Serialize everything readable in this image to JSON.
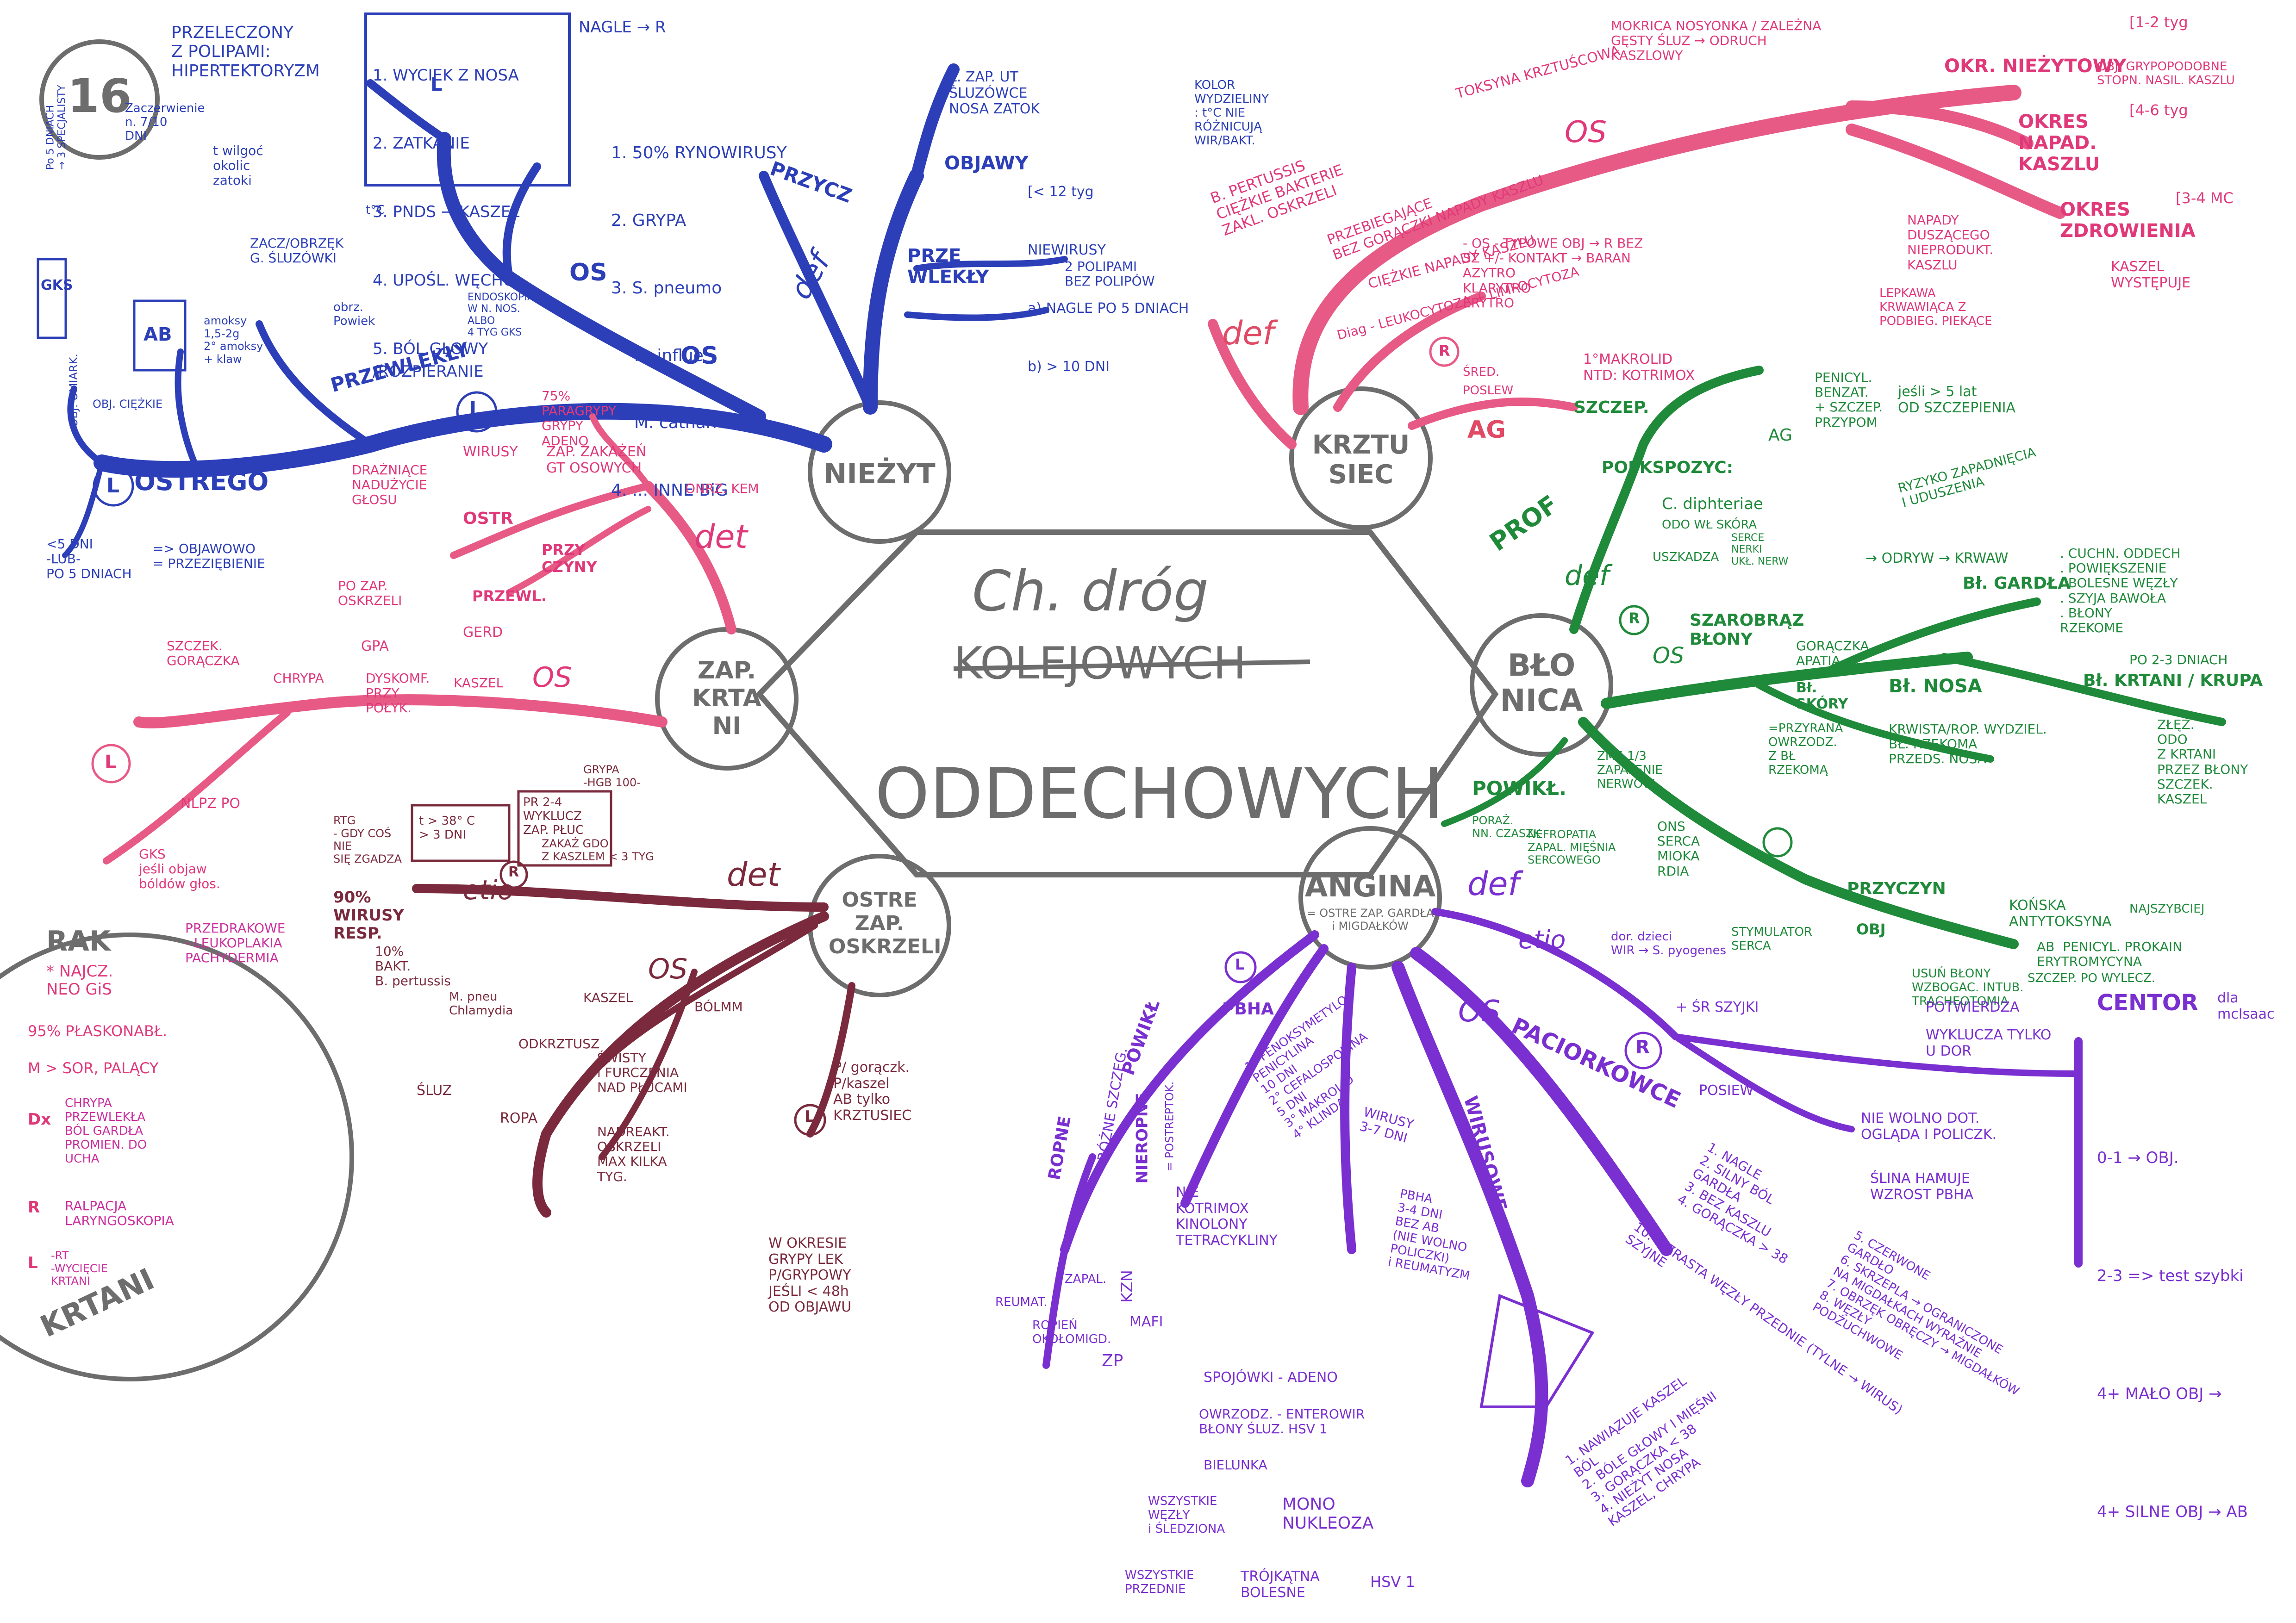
{
  "colors": {
    "blue": "#2c3fb8",
    "pink": "#e85a86",
    "red": "#e04a64",
    "magenta": "#cc2f9d",
    "green": "#1f8a3a",
    "purple": "#7a2fd0",
    "brown": "#7a2a3c",
    "gray": "#6d6d6d"
  },
  "page_number": "16",
  "center": {
    "line1": "Ch. dróg",
    "struck": "KOLEJOWYCH",
    "line2": "ODDECHOWYCH"
  },
  "hubs": {
    "niezyt": "NIEŻYT",
    "krztusiec": "KRZTU\nSIEC",
    "blonica": "BŁO\nNICA",
    "angina": "ANGINA",
    "angina_sub": "= OSTRE ZAP. GARDŁA\ni MIGDAŁKÓW",
    "zap_krtani": "ZAP.\nKRTA\nNI",
    "ostre_zap": "OSTRE\nZAP.\nOSKRZELI"
  },
  "niezyt": {
    "box": [
      "1. WYCIEK Z NOSA",
      "2. ZATKANIE",
      "3. PNDS → KASZEL",
      "4. UPOŚL. WĘCHU",
      "5. BÓL GŁOWY\n/ROZPIERANIE"
    ],
    "nagle": "NAGLE → R",
    "przeleczony": "PRZELECZONY\nZ POLIPAMI:\nHIPERTEKTORYZM",
    "causes": [
      "1. 50% RYNOWIRUSY",
      "2. GRYPA",
      "3. S. pneumo",
      "H. influe",
      "M. catharralis",
      "4. ... INNE BiG"
    ],
    "przyz_zap": "Ł. ZAP. UT\nŚLUZÓWCE\nNOSA ZATOK",
    "kolor": "KOLOR\nWYDZIELINY\n: t°C NIE\nRÓŻNICUJĄ\nWIR/BAKT.",
    "objawy": "OBJAWY",
    "objawy_sub": [
      "[< 12 tyg",
      "NIEWIRUSY",
      "a) NAGLE PO 5 DNIACH",
      "b) > 10 DNI"
    ],
    "przerwlekly": "PRZEWLEKŁY",
    "przewl_sub": "2 POLIPAMI\nBEZ POLIPÓW",
    "przewl_note": "ENDOSKOPIA\nW N. NOS.\nALBO\n4 TYG GKS",
    "przyczyny": "PRZYCZ",
    "prze_wlekly_det": "PRZE\nWLEKŁY",
    "det": "def",
    "os": "OS",
    "ostrego": "OSTREGO",
    "L_label": "L",
    "ostrego_l": "<5 DNI\n-LUB-\nPO 5 DNIACH",
    "objawowe": "=> OBJAWOWO\n= PRZEZIĘBIENIE",
    "left_notes": "OBJ. UMIARK.",
    "gks": "GKS",
    "ab": "AB",
    "obj_ciezkie": "OBJ. CIĘŻKIE",
    "spec_note": "Po 5 DNIACH\n→ 3 SPECJALISTY",
    "zar_note": "Zaczerwienie\nn. 7/10\nDNI",
    "wyleczenie": "t wilgoć\nokolic\nzatoki",
    "tc": "t°C",
    "zacz": "ZACZ/OBRZĘK\nG. ŚLUZÓWKI",
    "obr": "obrz.\nPowiek",
    "amoxy": "amoksy\n1,5-2g\n2° amoksy\n+ klaw",
    "gks2": "GKS",
    "ab2": "AB"
  },
  "krztusiec": {
    "os": "OS",
    "okres_niezytowy": "OKR. NIEŻYTOWY",
    "okres_niez_dur": "[1-2 tyg",
    "objawy_grypo": "OBJ. GRYPOPODOBNE\nSTOPN. NASIL. KASZLU",
    "okres_napadowy": "OKRES\nNAPAD.\nKASZLU",
    "okres_nap_dur": "[4-6 tyg",
    "okres_zdrow": "OKRES\nZDROWIENIA",
    "okres_zdrow_dur": "[3-4 MC",
    "kaszel_wyst": "KASZEL\nWYSTĘPUJE",
    "napady": "NAPADY\nDUSZĄCEGO\nNIEPRODUKT.\nKASZLU",
    "lepkawa": "LEPKAWA\nKRWAWIĄCA Z\nPODBIEG. PIEKĄCE",
    "mokrica": "MOKRICA NOSYONKA / ZALEŻNA\nGĘSTY ŚLUZ → ODRUCH\nKASZLOWY",
    "toksyna": "TOKSYNA KRZTUŚCOWA",
    "b_pertussis": "B. PERTUSSIS\nCIĘŻKIE BAKTERIE\nZAKL. OSKRZELI",
    "przelekarz": "PRZEBIEGAJĄCE\nBEZ GORĄCZKI NAPADY KASZLU",
    "ciezkie": "CIĘŻKIE NAPADY KASZLU",
    "def": "def",
    "diag": "Diag - LEUKOCYTOZA + LIMFOCYTOZA",
    "R": "R",
    "nz": "- OS - TYPOWE OBJ → R BEZ\nSZ +/- KONTAKT → BARAN\nAZYTRO\nKLARYTRO\nERYTRO",
    "sredni": "ŚRED.",
    "posle": "POSLEW",
    "profil": "1°MAKROLID\nNTD: KOTRIMOX",
    "ag": "AG"
  },
  "blonica": {
    "prof": "PROF",
    "szczep": "SZCZEP.",
    "poekspozycyjna": "POEKSPOZYC:",
    "ag": "AG",
    "penicylina": "PENICYL.\nBENZAT.\n+ SZCZEP.\nPRZYPOM",
    "jesli": "jeśli > 5 lat\nOD SZCZEPIENIA",
    "c_diphth": "C. diphteriae",
    "odo": "ODO WŁ SKÓRA",
    "uszkadza": "USZKADZA",
    "serce": "SERCE\nNERKI\nUKŁ. NERW",
    "def": "def",
    "R": "R",
    "os": "OS",
    "szarobrazowe": "SZAROBRĄZ\nBŁONY",
    "gorączka": "GORĄCZKA\nAPATIA",
    "odrywanie": "→ ODRYW → KRWAW",
    "ryzyko": "RYZYKO ZAPADNIĘCIA\nI UDUSZENIA",
    "bl_gardla": "Bł. GARDŁA",
    "pod_oddech": ". CUCHN. ODDECH\n. POWIĘKSZENIE\n. BOLESNE WĘZŁY\n. SZYJA BAWOŁA\n. BŁONY\nRZEKOME",
    "po_23": "PO 2-3 DNIACH",
    "bl_nosa": "Bł. NOSA",
    "bl_krtani": "Bł. KRTANI / KRUPA",
    "krwista": "KRWISTA/ROP. WYDZIEL.\nBŁ. RZEKOMA\nPRZEDS. NOSA",
    "zlez": "ZŁĘŻ.\nODO\nZ KRTANI\nPRZEZ BŁONY\nSZCZEK.\nKASZEL",
    "ist_skory": "Bł.\nSKÓRY",
    "przyrana": "=PRZYRANA\nOWRZODZ.\nZ BŁ\nRZEKOMĄ",
    "powiklanie": "POWIKŁ.",
    "zm_serca": "ZMS 1/3\nZAPALENIE\nNERWÓW",
    "porazenie": "PORAŻ.\nNN. CZASZK",
    "nefropatia": "NEFROPATIA\nZAPAL. MIĘŚNIA\nSERCOWEGO",
    "ons": "ONS\nSERCA\nMIOKA\nRDIA",
    "przyczyny": "PRZYCZYN",
    "konska": "KOŃSKA\nANTYTOKSYNA",
    "najszybciej": "NAJSZYBCIEJ",
    "penicyl": "AB  PENICYL. PROKAIN\nERYTROMYCYNA",
    "szczep_po": "SZCZEP. PO WYLECZ.",
    "usun": "USUŃ BŁONY\nWZBOGAC. INTUB.\nTRACHEOTOMIA",
    "stymulator": "STYMULATOR\nSERCA",
    "obj": "OBJ"
  },
  "angina": {
    "def": "def",
    "etio": "etio",
    "etio_sub": "dor. dzieci\nWIR → S. pyogenes",
    "os": "OS",
    "R": "R",
    "centor_title": "CENTOR",
    "centor_for": "dla\nmcIsaac",
    "plus_szyjki": "+ ŚR SZYJKI",
    "plus_potwierdza": "POTWIERDZA",
    "minus_wyklucza": "WYKLUCZA TYLKO\nU DOR",
    "posiew": "POSIEW",
    "nie_wolno": "NIE WOLNO DOT.\nOGLĄDA I POLICZK.",
    "slina": "ŚLINA HAMUJE\nWZROST PBHA",
    "centor_rows": [
      "0-1 → OBJ.",
      "2-3 => test szybki",
      "4+ MAŁO OBJ → ",
      "4+ SILNE OBJ → AB"
    ],
    "paciorkowce": "PACIORKOWCE",
    "pac_list": "1. NAGLE\n2. SILNY BÓL\nGARDŁA\n3. BEZ KASZLU\n4. GORĄCZKA > 38",
    "pac_list2": "5. CZERWONE\nGARDŁO\n6. SKRZEPLA → OGRANICZONE\nNA MIGDAŁKACH WYRAŹNIE\n7. OBRZĘK OBRĘCZY → MIGDAŁKÓW\n8. WĘZŁY\nPODŻUCHWOWE",
    "pac_list3": "10. WZRASTA WĘZŁY PRZEDNIE (TYLNE → WIRUS)\nSZYJNE",
    "wirusowe": "WIRUSOWE",
    "vir_list": "1. NAWIĄZUJE KASZEL\nBÓL\n2. BÓLE GŁOWY I MIĘŚNI\n3. GORĄCZKA < 38\n4. NIEŻYT NOSA\nKASZEL, CHRYPA",
    "spojowki": "SPOJÓWKI - ADENO",
    "owrzodz": "OWRZODZ. - ENTEROWIR\nBŁONY ŚLUZ. HSV 1",
    "bielunka": "BIELUNKA",
    "mono": "MONO\nNUKLEOZA",
    "wszystkie": "WSZYSTKIE\nWĘZŁY\ni ŚLEDZIONA",
    "wszystkie2": "WSZYSTKIE\nPRZEDNIE",
    "trojkatna": "TRÓJKĄTNA\nBOLESNE",
    "hsv1": "HSV 1",
    "powiklanie": "POWIKŁ",
    "pbha_l": "L",
    "pbha": "PBHA",
    "pbha_list": "1° FENOKSYMETYLO-\nPENICYLINA\n10 DNI\n2° CEFALOSPORINA\n5 DNI\n3° MAKROLID\n4° KLINDA",
    "nie_list": "NIE\nKOTRIMOX\nKINOLONY\nTETRACYKLINY",
    "wirusy_l": "WIRUSY\n3-7 DNI",
    "pbha2": "PBHA\n3-4 DNI\nBEZ AB\n(NIE WOLNO\nPOLICZKI)\ni REUMATYZM",
    "rozne": "RÓŻNE SZCZEG.",
    "ropne": "ROPNE",
    "nieropne": "NIEROPNE",
    "zz_post": "= POSTREPTOK.",
    "kzn": "KZN",
    "zapal": "ZAPAL.",
    "ropien": "ROPIEŃ\nOKOŁOMIGD.",
    "mafi": "MAFI",
    "zp": "ZP",
    "reumat": "REUMAT."
  },
  "zap_krtani": {
    "det": "det",
    "os": "OS",
    "l": "L",
    "szczek": "SZCZEK.\nGORĄCZKA",
    "chrypa": "CHRYPA",
    "dyskomfort": "DYSKOMF.\nPRZY\nPOŁYK.",
    "kaszel": "KASZEL",
    "nlpz": "NLPZ PO",
    "gks": "GKS\njeśli objaw\nbóldów głos.",
    "przyczyny": "PRZY\nCZYNY",
    "ostr": "OSTR",
    "wirusy": "WIRUSY",
    "parapr": "75%\nPARAGRYPY\nGRYPY\nADENO",
    "zap_zakazen": "ZAP. ZAKAŻEŃ\nGT OSOWYCH",
    "onrz": "ONRZ. KEM",
    "drazniace": "DRAŻNIĄCE\nNADUŻYCIE\nGŁOSU",
    "po_zap": "PO ZAP.\nOSKRZELI",
    "przewlekla": "PRZEWL.",
    "gerd": "GERD",
    "gpa": "GPA"
  },
  "ostre_oskrzeli": {
    "det": "det",
    "etio": "etio",
    "os": "OS",
    "R": "R",
    "rtg": "RTG\n- GDY COŚ\nNIE\nSIĘ ZGADZA",
    "tc": "t > 38° C\n> 3 DNI",
    "pr": "PR 2-4\nWYKLUCZ\nZAP. PŁUC",
    "lab": "GRYPA\n-HGB 100-",
    "zakaz": "ZAKAŻ GDO\nZ KASZLEM < 3 TYG",
    "wirusy": "90%\nWIRUSY\nRESP.",
    "b_pertussis": "10%\nBAKT.\nB. pertussis",
    "m_pneu": "M. pneu\nChlamydia",
    "kaszel": "KASZEL",
    "t": "t°",
    "bole": "BÓLMM",
    "odkrzt": "ODKRZTUSZ",
    "slus": "ŚLUZ",
    "ropa": "ROPA",
    "swiszczy": "ŚWISTY\ni FURCZENIA\nNAD PŁUCAMI",
    "nadreakt": "NADREAKT.\nOSKRZELI\nMAX KILKA\nTYG.",
    "l": "L",
    "l_list": "P/ gorączk.\nP/kaszel\nAB tylko\nKRZTUSIEC",
    "w_okresie": "W OKRESIE\nGRYPY LEK\nP/GRYPOWY\nJEŚLI < 48h\nOD OBJAWU"
  },
  "rak": {
    "title": "RAK",
    "nazwa": "* NAJCZ.\nNEO GiS",
    "przed": "PRZEDRAKOWE\n- LEUKOPLAKIA\nPACHYDERMIA",
    "plasko": "95% PŁASKONABŁ.",
    "m_sor": "M > SOR, PALĄCY",
    "dx": "Dx",
    "dx_list": "CHRYPA\nPRZEWLEKŁA\nBÓL GARDŁA\nPROMIEN. DO\nUCHA",
    "r": "R",
    "r_list": "RALPACJA\nLARYNGOSKOPIA",
    "l": "L",
    "l_list": "-RT\n-WYCIĘCIE\nKRTANI",
    "krtani": "KRTANI"
  }
}
